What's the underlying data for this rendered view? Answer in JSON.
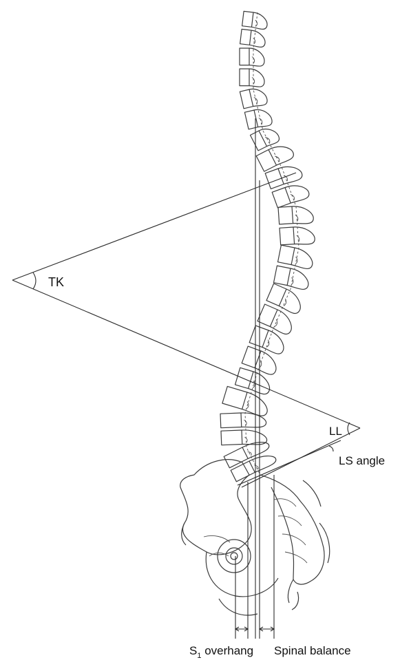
{
  "labels": {
    "tk": "TK",
    "ll": "LL",
    "ls_angle": "LS angle",
    "s1_main": "S",
    "s1_sub": "1",
    "s1_rest": " overhang",
    "spinal_balance": "Spinal balance"
  },
  "colors": {
    "line": "#2a2a2a",
    "sketch": "#3a3a3a",
    "text": "#111111",
    "background": "#ffffff"
  }
}
